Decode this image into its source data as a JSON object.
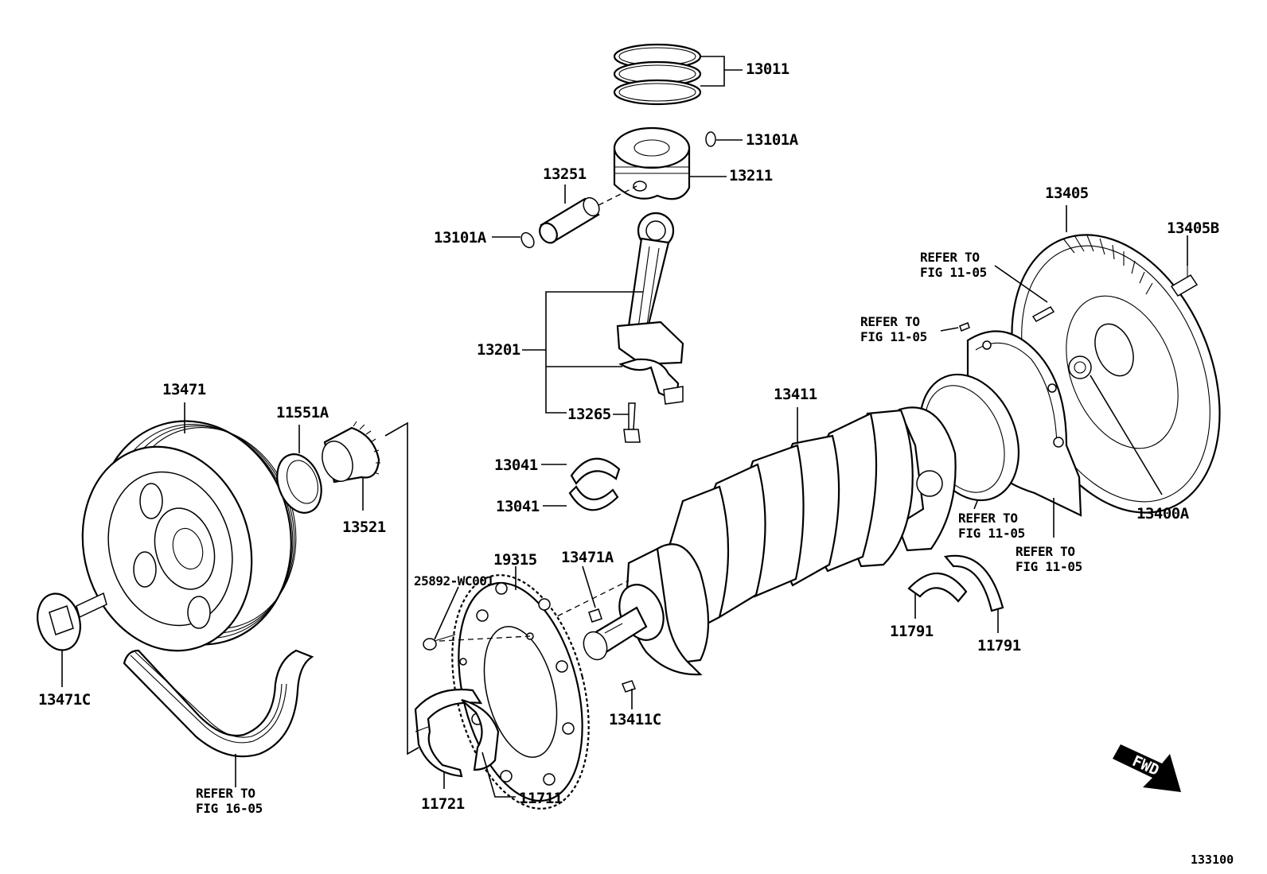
{
  "diagram": {
    "figure_number": "133100",
    "fwd_label": "FWD",
    "part_numbers": {
      "p13011": "13011",
      "p13101A_top": "13101A",
      "p13211": "13211",
      "p13251": "13251",
      "p13101A_left": "13101A",
      "p13201": "13201",
      "p13265": "13265",
      "p13405": "13405",
      "p13405B": "13405B",
      "p13471": "13471",
      "p11551A": "11551A",
      "p13521": "13521",
      "p13041_a": "13041",
      "p13041_b": "13041",
      "p13411": "13411",
      "p13400A": "13400A",
      "p19315": "19315",
      "p13471A": "13471A",
      "p25892": "25892-WC001",
      "p11791_a": "11791",
      "p11791_b": "11791",
      "p13411C": "13411C",
      "p13471C": "13471C",
      "p11721": "11721",
      "p11711": "11711"
    },
    "references": {
      "ref_a": {
        "line1": "REFER TO",
        "line2": "FIG 11-05"
      },
      "ref_b": {
        "line1": "REFER TO",
        "line2": "FIG 11-05"
      },
      "ref_c": {
        "line1": "REFER TO",
        "line2": "FIG 11-05"
      },
      "ref_d": {
        "line1": "REFER TO",
        "line2": "FIG 11-05"
      },
      "ref_e": {
        "line1": "REFER TO",
        "line2": "FIG 16-05"
      }
    }
  }
}
